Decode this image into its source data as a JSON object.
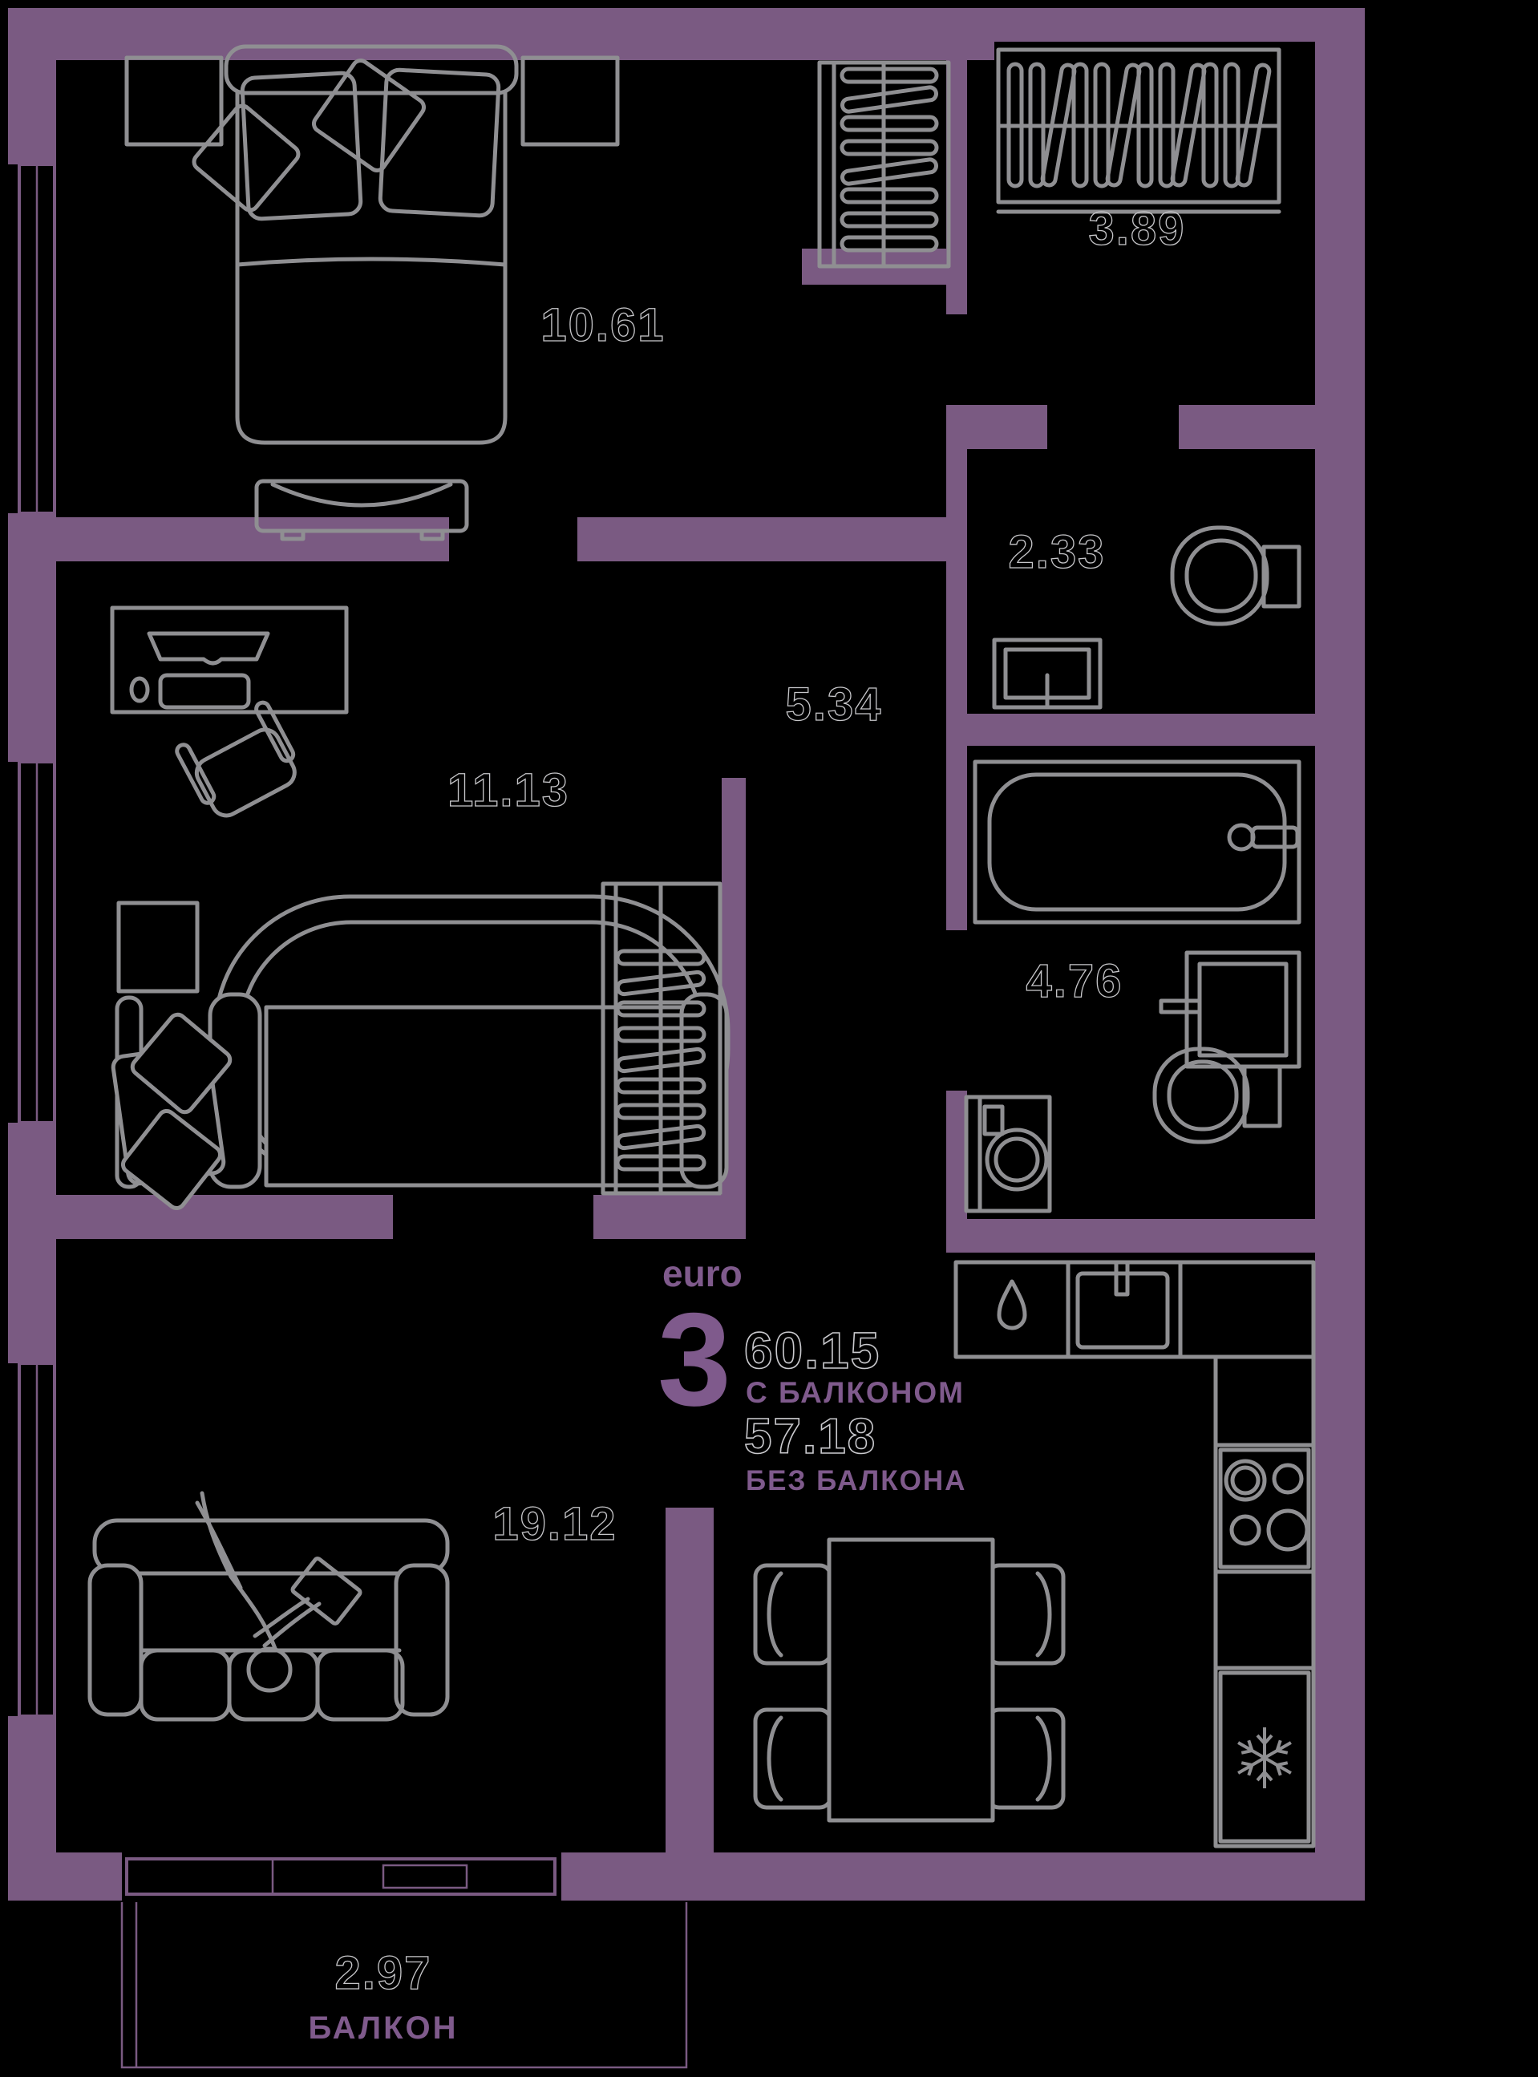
{
  "unit": {
    "brand": "euro",
    "rooms_count": "3",
    "area_with_balcony": "60.15",
    "with_balcony_label": "С БАЛКОНОМ",
    "area_without_balcony": "57.18",
    "without_balcony_label": "БЕЗ БАЛКОНА"
  },
  "rooms": {
    "bedroom": {
      "area": "10.61"
    },
    "entry": {
      "area": "3.89"
    },
    "wc": {
      "area": "2.33"
    },
    "hall": {
      "area": "5.34"
    },
    "bedroom2": {
      "area": "11.13"
    },
    "bathroom": {
      "area": "4.76"
    },
    "living": {
      "area": "19.12"
    },
    "balcony": {
      "area": "2.97",
      "label": "БАЛКОН"
    }
  },
  "colors": {
    "background": "#000000",
    "wall": "#7a5a82",
    "furniture_line": "#8f8f92",
    "area_number_outline": "#c6c6c9",
    "accent_text": "#7f5a8c"
  }
}
